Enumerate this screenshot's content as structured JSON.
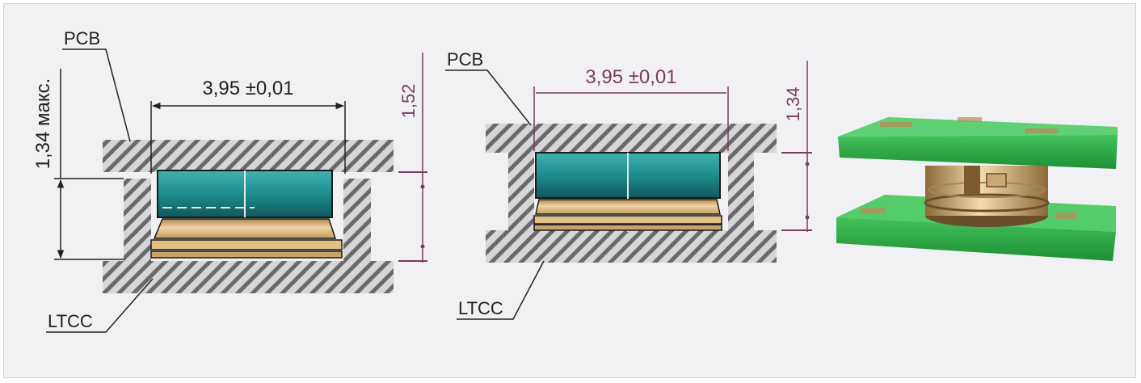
{
  "left_drawing": {
    "pcb_label": "PCB",
    "ltcc_label": "LTCC",
    "width_dim": "3,95 ±0,01",
    "height_dim": "1,34 макс.",
    "gap_dim": "1,52"
  },
  "middle_drawing": {
    "pcb_label": "PCB",
    "ltcc_label": "LTCC",
    "width_dim": "3,95 ±0,01",
    "height_dim": "1,34"
  },
  "right_render": {},
  "colors": {
    "background": "#f1f1f3",
    "dim_purple": "#7a3b63",
    "teal": "#1f8a8c",
    "gold": "#e2c088",
    "pcb_green": "#2eaa44",
    "hatch": "#6a6a6a"
  }
}
